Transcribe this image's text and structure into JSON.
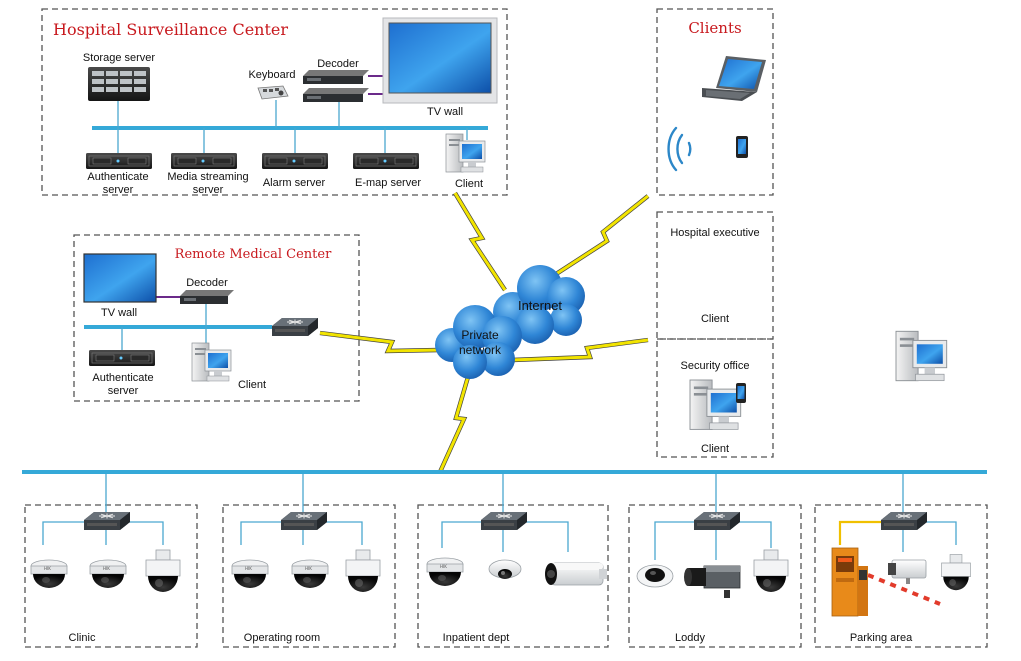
{
  "hospital_center": {
    "title": "Hospital Surveillance Center",
    "storage_server": "Storage server",
    "keyboard": "Keyboard",
    "decoder": "Decoder",
    "tv_wall": "TV wall",
    "authenticate_server": [
      "Authenticate",
      "server"
    ],
    "media_streaming_server": [
      "Media streaming",
      "server"
    ],
    "alarm_server": "Alarm server",
    "emap_server": "E-map server",
    "client": "Client"
  },
  "clients": {
    "title": "Clients"
  },
  "hospital_executive": {
    "label": "Hospital executive",
    "client": "Client"
  },
  "security_office": {
    "label": "Security office",
    "client": "Client"
  },
  "remote_center": {
    "title": "Remote Medical Center",
    "decoder": "Decoder",
    "tv_wall": "TV wall",
    "authenticate_server": [
      "Authenticate",
      "server"
    ],
    "client": "Client"
  },
  "network": {
    "internet": "Internet",
    "private_network": [
      "Private",
      "network"
    ]
  },
  "zones": [
    {
      "name": "Clinic",
      "cameras": [
        "dome-camera",
        "dome-camera",
        "speed-dome-camera"
      ]
    },
    {
      "name": "Operating room",
      "cameras": [
        "dome-camera",
        "dome-camera",
        "speed-dome-camera"
      ]
    },
    {
      "name": "Inpatient dept",
      "cameras": [
        "dome-camera",
        "mini-dome-camera",
        "bullet-camera"
      ]
    },
    {
      "name": "Loddy",
      "cameras": [
        "fisheye-camera",
        "box-camera",
        "speed-dome-camera"
      ]
    },
    {
      "name": "Parking area",
      "cameras": [
        "barrier-gate",
        "anpr-camera",
        "speed-dome-camera"
      ]
    }
  ],
  "colors": {
    "bus": "#35a9d8",
    "title_red": "#c8191e",
    "bolt": "#f2e400",
    "cloud": "#1f6fc0"
  }
}
